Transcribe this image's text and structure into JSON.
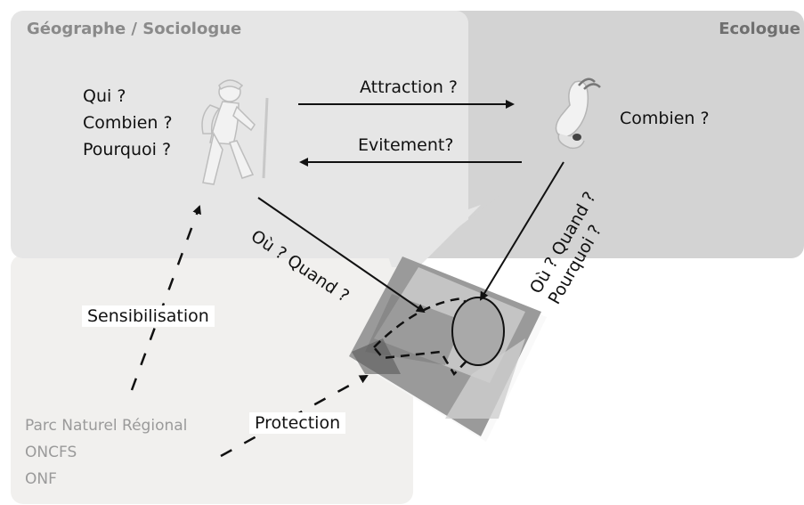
{
  "panels": {
    "geographe": {
      "title": "Géographe / Sociologue"
    },
    "ecologue": {
      "title": "Ecologue"
    }
  },
  "hiker": {
    "questions": [
      "Qui ?",
      "Combien ?",
      "Pourquoi ?"
    ]
  },
  "animal": {
    "question": "Combien ?"
  },
  "arrows": {
    "attraction": "Attraction ?",
    "evitement": "Evitement?",
    "ou_quand_left": "Où ? Quand ?",
    "ou_quand_right_line1": "Où ? Quand ?",
    "ou_quand_right_line2": "Pourquoi ?",
    "sensibilisation": "Sensibilisation",
    "protection": "Protection"
  },
  "organisations": [
    "Parc Naturel Régional",
    "ONCFS",
    "ONF"
  ],
  "colors": {
    "left_panel": "#e6e6e6",
    "right_panel": "#d3d3d3",
    "bottom_panel": "#f1f0ee",
    "heading": "#8a8a8a",
    "habitat_ellipse": "#a9a9a9"
  }
}
